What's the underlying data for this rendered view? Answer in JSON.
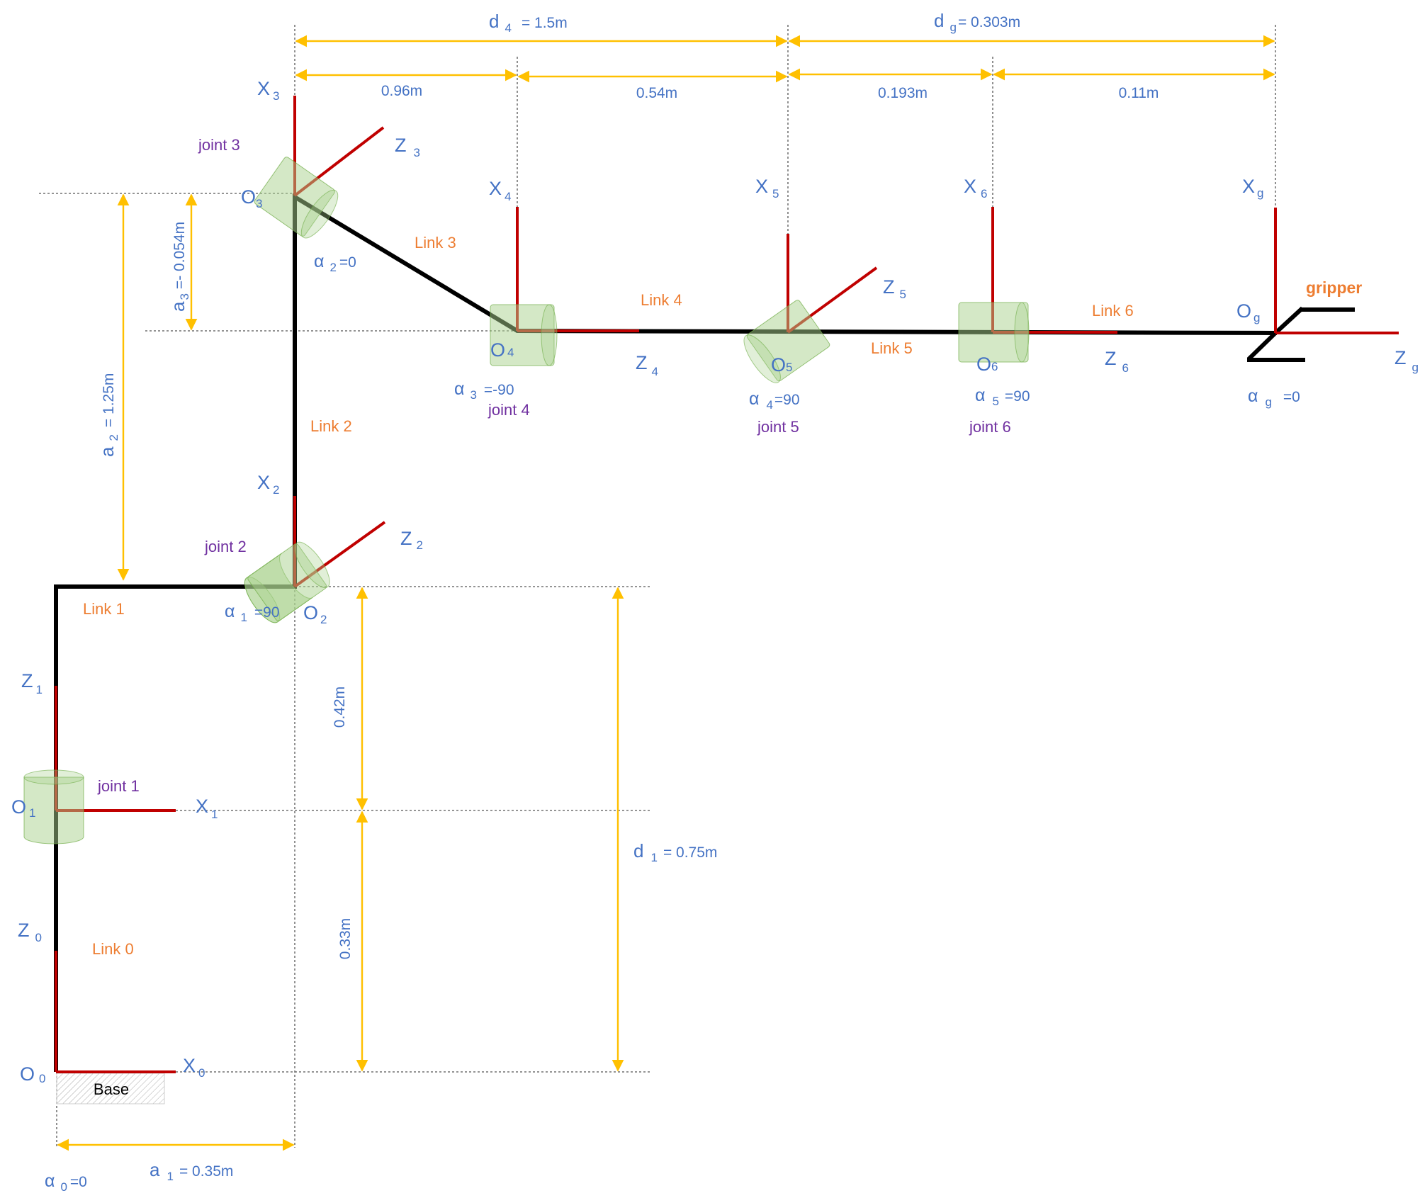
{
  "colors": {
    "axis": "#C00000",
    "link": "#000000",
    "dimension": "#FFC000",
    "label_blue": "#4472C4",
    "label_orange": "#ED7D31",
    "label_purple": "#7030A0",
    "joint": "#A9D18E"
  },
  "frames": {
    "X3": {
      "main": "X",
      "sub": "3"
    },
    "Z3": {
      "main": "Z",
      "sub": "3"
    },
    "O3": {
      "main": "O",
      "sub": "3"
    },
    "X4": {
      "main": "X",
      "sub": "4"
    },
    "Z4": {
      "main": "Z",
      "sub": "4"
    },
    "O4": {
      "main": "O",
      "sub": "4"
    },
    "X5": {
      "main": "X",
      "sub": "5"
    },
    "Z5": {
      "main": "Z",
      "sub": "5"
    },
    "O5": {
      "main": "O",
      "sub": "5"
    },
    "X6": {
      "main": "X",
      "sub": "6"
    },
    "Z6": {
      "main": "Z",
      "sub": "6"
    },
    "O6": {
      "main": "O",
      "sub": "6"
    },
    "Xg": {
      "main": "X",
      "sub": "g"
    },
    "Zg": {
      "main": "Z",
      "sub": "g"
    },
    "Og": {
      "main": "O",
      "sub": "g"
    },
    "X2": {
      "main": "X",
      "sub": "2"
    },
    "Z2": {
      "main": "Z",
      "sub": "2"
    },
    "O2": {
      "main": "O",
      "sub": "2"
    },
    "X1": {
      "main": "X",
      "sub": "1"
    },
    "Z1": {
      "main": "Z",
      "sub": "1"
    },
    "O1": {
      "main": "O",
      "sub": "1"
    },
    "X0": {
      "main": "X",
      "sub": "0"
    },
    "Z0": {
      "main": "Z",
      "sub": "0"
    },
    "O0": {
      "main": "O",
      "sub": "0"
    }
  },
  "alphas": {
    "a0": {
      "sym": "α",
      "sub": "0",
      "val": "=0"
    },
    "a1": {
      "sym": "α",
      "sub": "1",
      "val": "=90"
    },
    "a2": {
      "sym": "α",
      "sub": "2",
      "val": "=0"
    },
    "a3": {
      "sym": "α",
      "sub": "3",
      "val": "=-90"
    },
    "a4": {
      "sym": "α",
      "sub": "4",
      "val": "=90"
    },
    "a5": {
      "sym": "α",
      "sub": "5",
      "val": "=90"
    },
    "ag": {
      "sym": "α",
      "sub": "g",
      "val": "=0"
    }
  },
  "dimensions": {
    "d4": {
      "main": "d",
      "sub": "4",
      "val": "= 1.5m"
    },
    "dg": {
      "main": "d",
      "sub": "g",
      "val": "= 0.303m"
    },
    "d1": {
      "main": "d",
      "sub": "1",
      "val": "= 0.75m"
    },
    "a1": {
      "main": "a",
      "sub": "1",
      "val": "= 0.35m"
    },
    "a2": {
      "main": "a",
      "sub": "2",
      "val": "= 1.25m"
    },
    "a3": {
      "main": "a",
      "sub": "3",
      "val": "=- 0.054m"
    },
    "seg_096": "0.96m",
    "seg_054": "0.54m",
    "seg_0193": "0.193m",
    "seg_011": "0.11m",
    "seg_042": "0.42m",
    "seg_033": "0.33m"
  },
  "joints": {
    "j1": "joint 1",
    "j2": "joint 2",
    "j3": "joint 3",
    "j4": "joint 4",
    "j5": "joint 5",
    "j6": "joint 6"
  },
  "links": {
    "l0": "Link 0",
    "l1": "Link 1",
    "l2": "Link 2",
    "l3": "Link 3",
    "l4": "Link 4",
    "l5": "Link 5",
    "l6": "Link 6"
  },
  "gripper": "gripper",
  "base": "Base"
}
